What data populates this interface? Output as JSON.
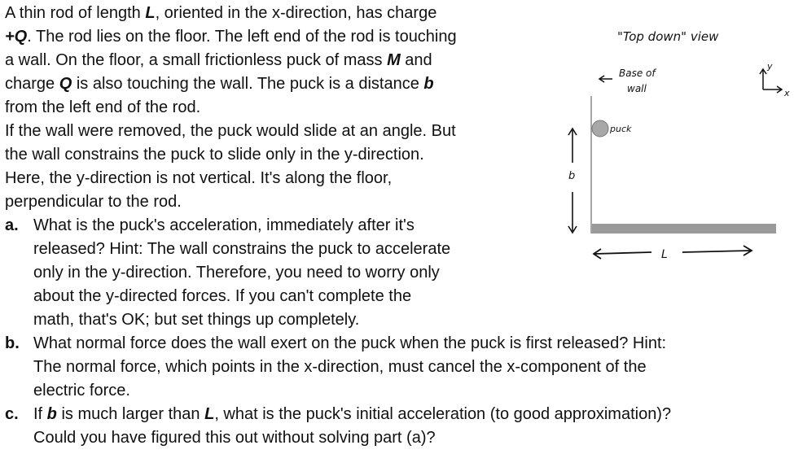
{
  "intro": {
    "l1": [
      "A thin rod of length ",
      "L",
      ", oriented in the x-direction, has charge"
    ],
    "l2": [
      "+Q",
      ". The rod lies on the floor. The left end of the rod is touching"
    ],
    "l3": [
      "a wall. On the floor, a small frictionless puck of mass ",
      "M",
      " and"
    ],
    "l4": [
      "charge ",
      "Q",
      " is also touching the wall. The puck is a distance ",
      "b"
    ],
    "l5": "from the left end of the rod.",
    "l6": "If the wall were removed, the puck would slide at an angle. But",
    "l7": "the wall constrains the puck to slide only in the y-direction.",
    "l8": "Here, the y-direction is not vertical. It's along the floor,",
    "l9": "perpendicular to the rod."
  },
  "questions": {
    "a": {
      "marker": "a.",
      "lines": [
        "What is the puck's acceleration, immediately after it's",
        "released? Hint: The wall constrains the puck to accelerate",
        "only in the y-direction. Therefore, you need to worry only",
        "about the y-directed forces. If you can't complete the",
        "math, that's OK; but set things up completely."
      ]
    },
    "b": {
      "marker": "b.",
      "lines": [
        "What normal force does the wall exert on the puck when the puck is first released? Hint:",
        "The normal force, which points in the x-direction, must cancel the x-component of the",
        "electric force."
      ]
    },
    "c": {
      "marker": "c.",
      "l1": [
        "If ",
        "b",
        " is much larger than ",
        "L",
        ", what is the puck's initial acceleration (to good approximation)?"
      ],
      "l2": "Could you have figured this out without solving part (a)?"
    }
  },
  "diagram": {
    "view_label": "\"Top down\" view",
    "wall_label_1": "Base of",
    "wall_label_2": "wall",
    "puck_label": "puck",
    "b_label": "b",
    "L_label": "L",
    "axis_y": "y",
    "axis_x": "x",
    "colors": {
      "rod": "#9a9a9a",
      "puck": "#a8a8a8",
      "wall": "#888888",
      "ink": "#111111"
    }
  }
}
